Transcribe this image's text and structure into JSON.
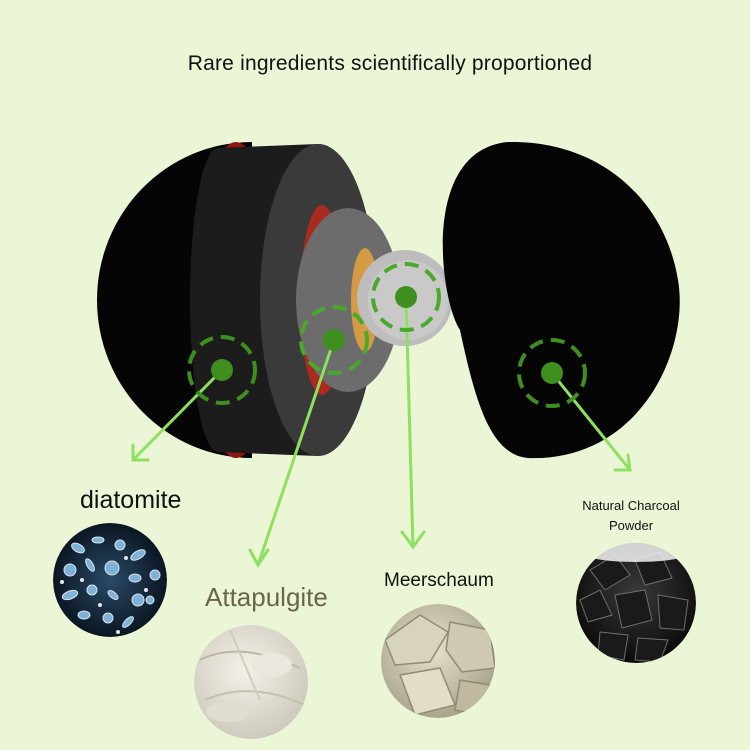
{
  "title": "Rare ingredients scientifically proportioned",
  "ingredients": [
    {
      "key": "diatomite",
      "label": "diatomite"
    },
    {
      "key": "attapulgite",
      "label": "Attapulgite"
    },
    {
      "key": "meerschaum",
      "label": "Meerschaum"
    },
    {
      "key": "charcoal",
      "label": "Natural Charcoal Powder"
    }
  ],
  "colors": {
    "background": "#eaf6d6",
    "marker_green": "#3f8f1f",
    "pointer_green": "#8fe060",
    "shell_black": "#050505",
    "inner_red": "#c0281c",
    "attapulgite_text": "#6b6548"
  }
}
